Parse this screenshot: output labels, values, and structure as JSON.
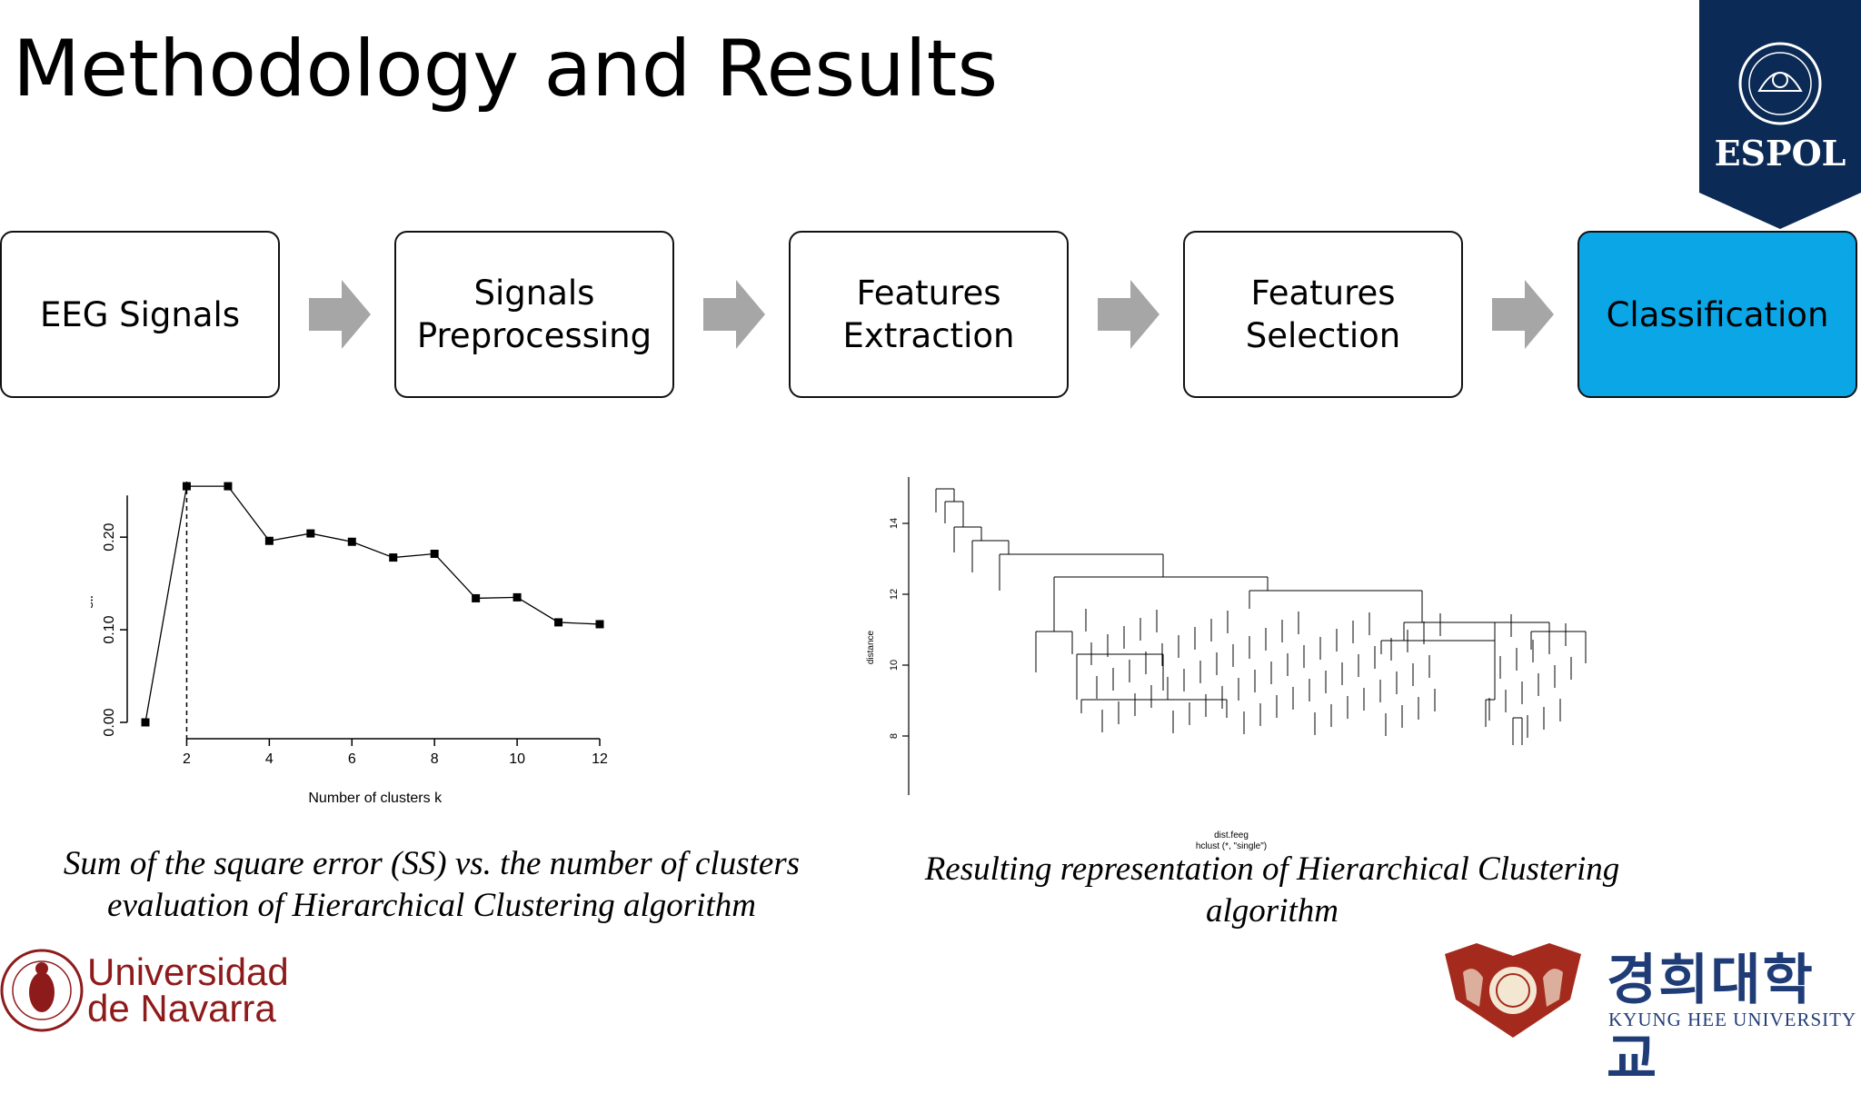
{
  "slide": {
    "title": "Methodology and Results",
    "espol_label": "ESPOL",
    "flow_steps": [
      {
        "label": "EEG Signals",
        "highlight": false
      },
      {
        "label": "Signals\nPreprocessing",
        "highlight": false
      },
      {
        "label": "Features\nExtraction",
        "highlight": false
      },
      {
        "label": "Features\nSelection",
        "highlight": false
      },
      {
        "label": "Classification",
        "highlight": true
      }
    ],
    "colors": {
      "highlight": "#0aa6e6",
      "arrow": "#a6a6a6",
      "navarra": "#8e1b1b",
      "khu": "#1f3c77",
      "espol": "#0b2a55"
    },
    "caption_left": "Sum of the square error (SS) vs. the number of clusters\nevaluation of Hierarchical Clustering algorithm",
    "caption_right": "Resulting representation of Hierarchical Clustering\nalgorithm",
    "navarra_text": "Universidad\nde Navarra",
    "khu_korean": "경희대학교",
    "khu_english": "KYUNG HEE UNIVERSITY"
  },
  "chart_data": [
    {
      "type": "line",
      "xlabel": "Number of clusters k",
      "ylabel": "sil",
      "x": [
        1,
        2,
        3,
        4,
        5,
        6,
        7,
        8,
        9,
        10,
        11,
        12
      ],
      "y": [
        0.0,
        0.255,
        0.255,
        0.196,
        0.204,
        0.195,
        0.178,
        0.182,
        0.134,
        0.135,
        0.108,
        0.106
      ],
      "x_ticks": [
        "2",
        "4",
        "6",
        "8",
        "10",
        "12"
      ],
      "y_ticks": [
        "0.00",
        "0.10",
        "0.20"
      ],
      "xlim": [
        1,
        12
      ],
      "ylim": [
        0,
        0.26
      ],
      "vline_x": 2
    },
    {
      "type": "dendrogram",
      "ylabel": "distance",
      "sublabel_1": "dist.feeg",
      "sublabel_2": "hclust (*, \"single\")",
      "y_ticks": [
        "8",
        "10",
        "12",
        "14"
      ]
    }
  ]
}
